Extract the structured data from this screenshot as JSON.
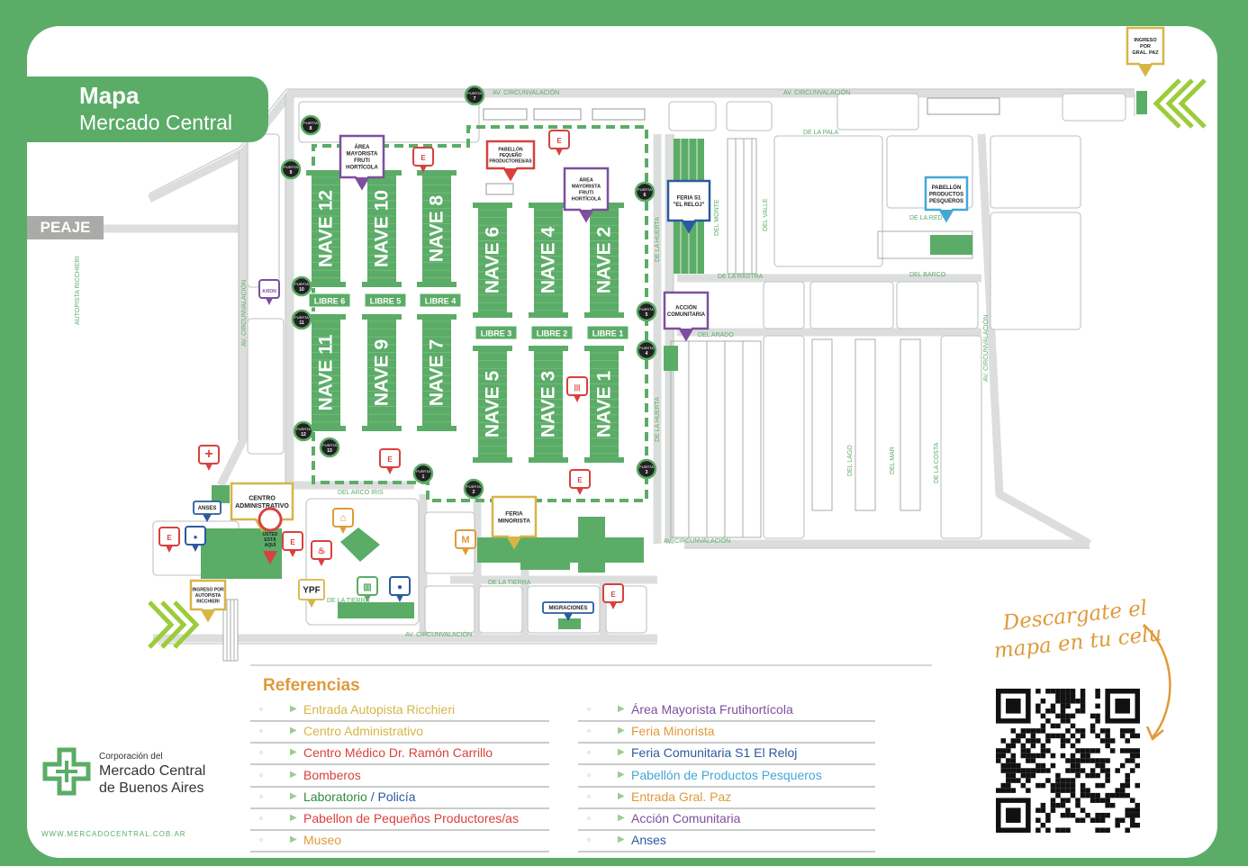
{
  "header": {
    "title": "Mapa",
    "subtitle": "Mercado Central"
  },
  "peaje": "PEAJE",
  "colors": {
    "green": "#5bac67",
    "purple": "#7d4f9e",
    "blue": "#2c5aa0",
    "orange": "#e09a3a",
    "red": "#d8413e",
    "cyan": "#43a7d9",
    "yellow": "#d7b547",
    "grey": "#a9aba8"
  },
  "streets": {
    "circunvalacion": "AV. CIRCUNVALACIÓN",
    "pala": "DE LA PALA",
    "huerta": "DE LA HUERTA",
    "monte": "DEL MONTE",
    "valle": "DEL VALLE",
    "rastra": "DE LA RASTRA",
    "barco": "DEL BARCO",
    "red": "DE LA RED",
    "arado": "DEL ARADO",
    "lago": "DEL LAGO",
    "mar": "DEL MAR",
    "costa": "DE LA COSTA",
    "arco_iris": "DEL ARCO IRIS",
    "tierra": "DE LA TIERRA",
    "tierra2": "DE LA TIERRA",
    "ricchieri": "AUTOPISTA RICCHIERI"
  },
  "naves": [
    "NAVE 12",
    "NAVE 10",
    "NAVE 8",
    "NAVE 6",
    "NAVE 4",
    "NAVE 2",
    "NAVE 11",
    "NAVE 9",
    "NAVE 7",
    "NAVE 5",
    "NAVE 3",
    "NAVE 1"
  ],
  "libres": [
    "LIBRE 6",
    "LIBRE 5",
    "LIBRE 4",
    "LIBRE 3",
    "LIBRE 2",
    "LIBRE 1"
  ],
  "puertas": [
    "PUERTA 1",
    "PUERTA 2",
    "PUERTA 3",
    "PUERTA 4",
    "PUERTA 5",
    "PUERTA 6",
    "PUERTA 7",
    "PUERTA 8",
    "PUERTA 9",
    "PUERTA 10",
    "PUERTA 11",
    "PUERTA 12",
    "PUERTA 13"
  ],
  "markers": {
    "area1": [
      "ÁREA",
      "MAYORISTA",
      "FRUTI",
      "HORTÍCOLA"
    ],
    "area2": [
      "ÁREA",
      "MAYORISTA",
      "FRUTI",
      "HORTÍCOLA"
    ],
    "pabellon": [
      "PABELLÓN",
      "PEQUEÑO",
      "PRODUCTORES/AS"
    ],
    "feria_s1": [
      "FERIA S1",
      "\"EL RELOJ\""
    ],
    "pesqueros": [
      "PABELLÓN",
      "PRODUCTOS",
      "PESQUEROS"
    ],
    "accion": [
      "ACCIÓN",
      "COMUNITARIA"
    ],
    "centro": [
      "CENTRO",
      "ADMINISTRATIVO"
    ],
    "feria_min": [
      "FERIA",
      "MINORISTA"
    ],
    "ingreso_paz": [
      "INGRESO",
      "POR",
      "GRAL. PAZ"
    ],
    "ingreso_ricchieri": [
      "INGRESO POR",
      "AUTOPISTA",
      "RICCHIERI"
    ],
    "usted": [
      "USTED",
      "ESTÁ",
      "AQUÍ"
    ],
    "anses": "ANSES",
    "ypf": "YPF",
    "migraciones": "MIGRACIONES",
    "axion": "AXION",
    "e": "E",
    "m": "M"
  },
  "legend": {
    "title": "Referencias",
    "left": [
      {
        "label": "Entrada Autopista Ricchieri",
        "color": "#d7b547",
        "icon": "car-icon"
      },
      {
        "label": "Centro Administrativo",
        "color": "#d7b547",
        "icon": "people-icon"
      },
      {
        "label": "Centro Médico Dr. Ramón Carrillo",
        "color": "#d8413e",
        "icon": "cross-icon"
      },
      {
        "label": "Bomberos",
        "color": "#d8413e",
        "icon": "fire-icon"
      },
      {
        "label": "Laboratorio",
        "label2": "/ Policía",
        "color": "#2e8b3e",
        "color2": "#2c5aa0",
        "icon": "lab-icon"
      },
      {
        "label": "Pabellon de Pequeños Productores/as",
        "color": "#d8413e",
        "icon": "producer-icon"
      },
      {
        "label": "Museo",
        "color": "#e09a3a",
        "icon": "museum-icon"
      }
    ],
    "right": [
      {
        "label": "Área Mayorista Frutihortícola",
        "color": "#7d4f9e",
        "icon": "fruit-icon"
      },
      {
        "label": "Feria Minorista",
        "color": "#e09a3a",
        "icon": "market-icon"
      },
      {
        "label": "Feria Comunitaria S1 El Reloj",
        "color": "#2c5aa0",
        "icon": "tag-icon"
      },
      {
        "label": "Pabellón de Productos Pesqueros",
        "color": "#43a7d9",
        "icon": "fish-icon"
      },
      {
        "label": "Entrada Gral. Paz",
        "color": "#e09a3a",
        "icon": "car-icon"
      },
      {
        "label": "Acción Comunitaria",
        "color": "#7d4f9e",
        "icon": "hands-icon"
      },
      {
        "label": "Anses",
        "color": "#2c5aa0",
        "icon": "people-icon"
      }
    ]
  },
  "logo": {
    "line1": "Corporación del",
    "line2": "Mercado Central",
    "line3": "de Buenos Aires"
  },
  "website": "WWW.MERCADOCENTRAL.COB.AR",
  "download": {
    "line1": "Descargate el",
    "line2": "mapa en tu celu"
  }
}
